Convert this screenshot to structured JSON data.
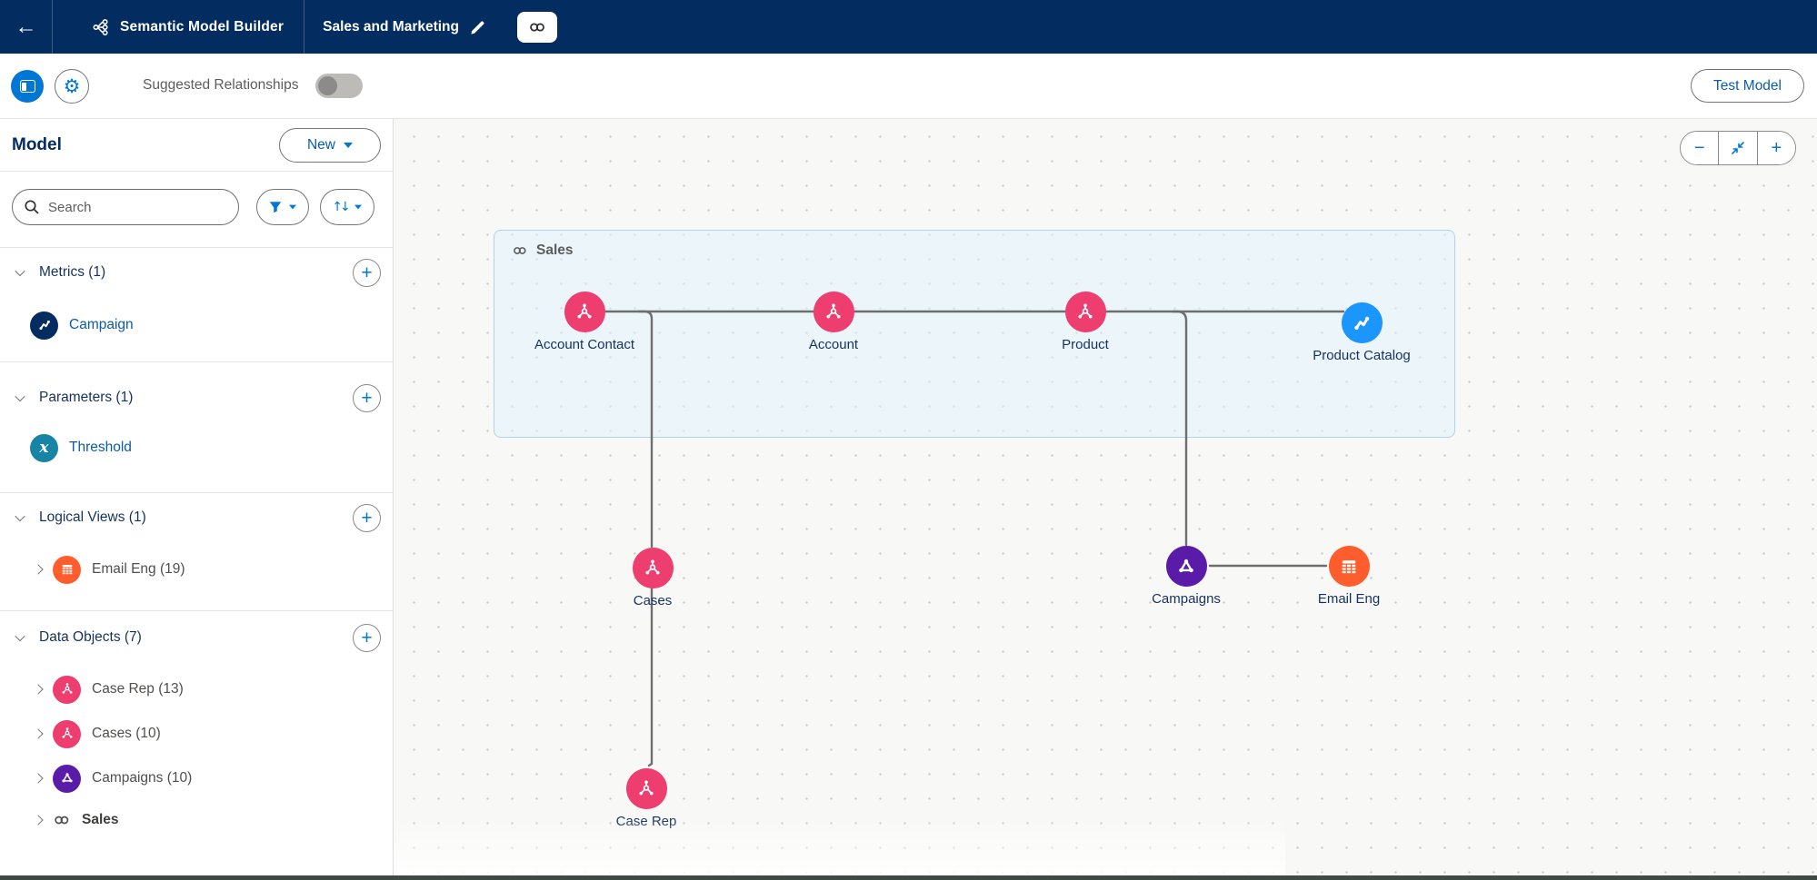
{
  "header": {
    "back_icon": "←",
    "app_title": "Semantic Model Builder",
    "model_name": "Sales and Marketing",
    "icons": [
      "semantic-model-icon",
      "edit-pencil-icon",
      "link-icon"
    ]
  },
  "toolbar": {
    "panel_toggle_icon": "panel-icon",
    "settings_icon": "gear-icon",
    "suggested_relationships_label": "Suggested Relationships",
    "suggested_relationships_state": "off",
    "test_model_label": "Test Model"
  },
  "sidebar": {
    "title": "Model",
    "new_button_label": "New",
    "search_placeholder": "Search",
    "filter_icon": "funnel-icon",
    "sort_icon": "sort-arrows-icon",
    "sections": [
      {
        "label": "Metrics (1)",
        "items": [
          {
            "label": "Campaign",
            "icon": "metric-icon",
            "style": "link"
          }
        ]
      },
      {
        "label": "Parameters (1)",
        "items": [
          {
            "label": "Threshold",
            "icon": "parameter-icon",
            "style": "link"
          }
        ]
      },
      {
        "label": "Logical Views (1)",
        "items": [
          {
            "label": "Email Eng (19)",
            "icon": "table-icon",
            "expandable": true
          }
        ]
      },
      {
        "label": "Data Objects (7)",
        "items": [
          {
            "label": "Case Rep (13)",
            "icon": "data-object-icon",
            "expandable": true
          },
          {
            "label": "Cases (10)",
            "icon": "data-object-icon",
            "expandable": true
          },
          {
            "label": "Campaigns (10)",
            "icon": "campaign-cluster-icon",
            "expandable": true
          },
          {
            "label": "Sales",
            "icon": "link-icon",
            "expandable": true,
            "style": "bold"
          }
        ]
      }
    ]
  },
  "canvas": {
    "zoom_controls": {
      "zoom_out": "−",
      "fit": "compress-icon",
      "zoom_in": "+"
    },
    "group": {
      "label": "Sales",
      "icon": "link-icon"
    },
    "nodes": [
      {
        "id": "account-contact",
        "label": "Account Contact",
        "type": "data-object"
      },
      {
        "id": "account",
        "label": "Account",
        "type": "data-object"
      },
      {
        "id": "product",
        "label": "Product",
        "type": "data-object"
      },
      {
        "id": "product-catalog",
        "label": "Product Catalog",
        "type": "metric"
      },
      {
        "id": "cases",
        "label": "Cases",
        "type": "data-object"
      },
      {
        "id": "campaigns",
        "label": "Campaigns",
        "type": "campaign"
      },
      {
        "id": "email-eng",
        "label": "Email Eng",
        "type": "table"
      },
      {
        "id": "case-rep",
        "label": "Case Rep",
        "type": "data-object"
      }
    ]
  },
  "colors": {
    "header_navy": "#032d60",
    "accent_blue": "#0176d3",
    "link_blue": "#0b5cab",
    "node_pink": "#ee3d6f",
    "node_purple": "#5a1ba9",
    "node_orange": "#ff5d2d",
    "node_blue": "#1b96ff",
    "parameter_teal": "#1783a5",
    "connector_gray": "#6e6e6e",
    "group_fill": "#e2f2fc",
    "group_border": "#aed3ee"
  }
}
